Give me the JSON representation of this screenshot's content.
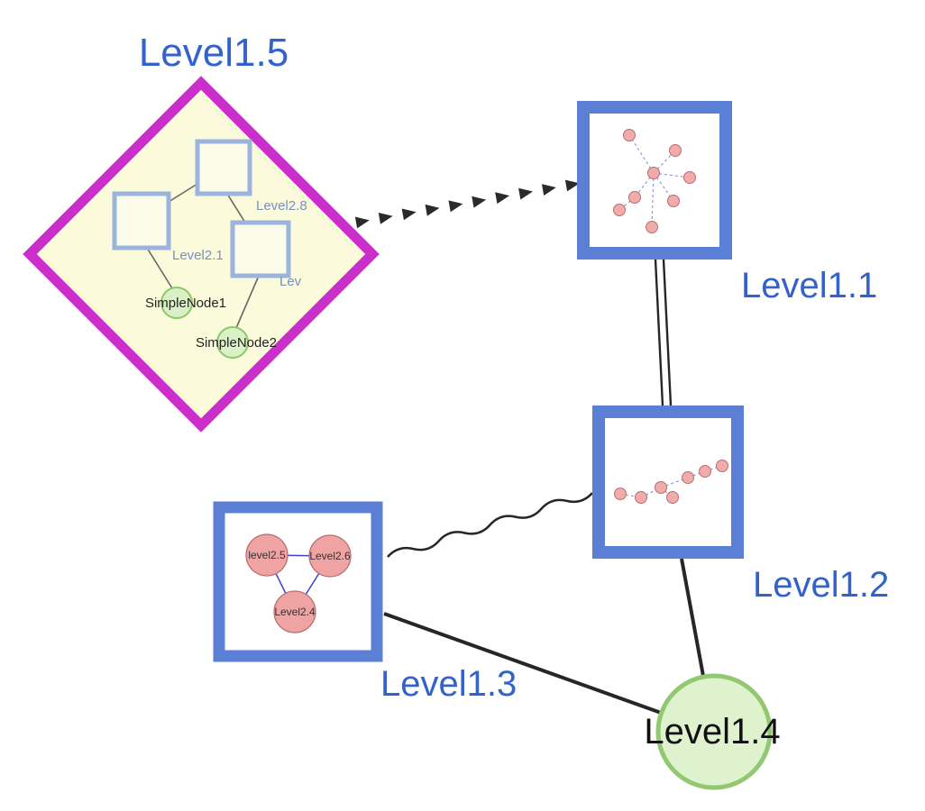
{
  "diagram": {
    "labels": {
      "level1_5": "Level1.5",
      "level1_1": "Level1.1",
      "level1_2": "Level1.2",
      "level1_3": "Level1.3",
      "level1_4": "Level1.4"
    },
    "level1_5_children": {
      "level2_8": "Level2.8",
      "level2_1": "Level2.1",
      "lev_truncated": "Lev",
      "simple_node1": "SimpleNode1",
      "simple_node2": "SimpleNode2"
    },
    "level1_3_children": {
      "level2_5": "level2.5",
      "level2_6": "Level2.6",
      "level2_4": "Level2.4"
    },
    "edges": [
      {
        "from": "Level1.5",
        "to": "Level1.1",
        "style": "dashed-arrow"
      },
      {
        "from": "Level1.1",
        "to": "Level1.2",
        "style": "double-line"
      },
      {
        "from": "Level1.3",
        "to": "Level1.2",
        "style": "wavy"
      },
      {
        "from": "Level1.3",
        "to": "Level1.4",
        "style": "solid"
      },
      {
        "from": "Level1.2",
        "to": "Level1.4",
        "style": "solid"
      }
    ],
    "colors": {
      "label_blue": "#3263cd",
      "diamond_border": "#cb2ecb",
      "diamond_fill": "#fbfbdc",
      "group_border": "#5b7fd4",
      "inner_square_border": "#9cb3dd",
      "green_fill": "#daf0c6",
      "green_border": "#8cc868",
      "pink_fill": "#f2abab",
      "pink_border": "#bc6d6d",
      "edge": "#262626"
    }
  }
}
